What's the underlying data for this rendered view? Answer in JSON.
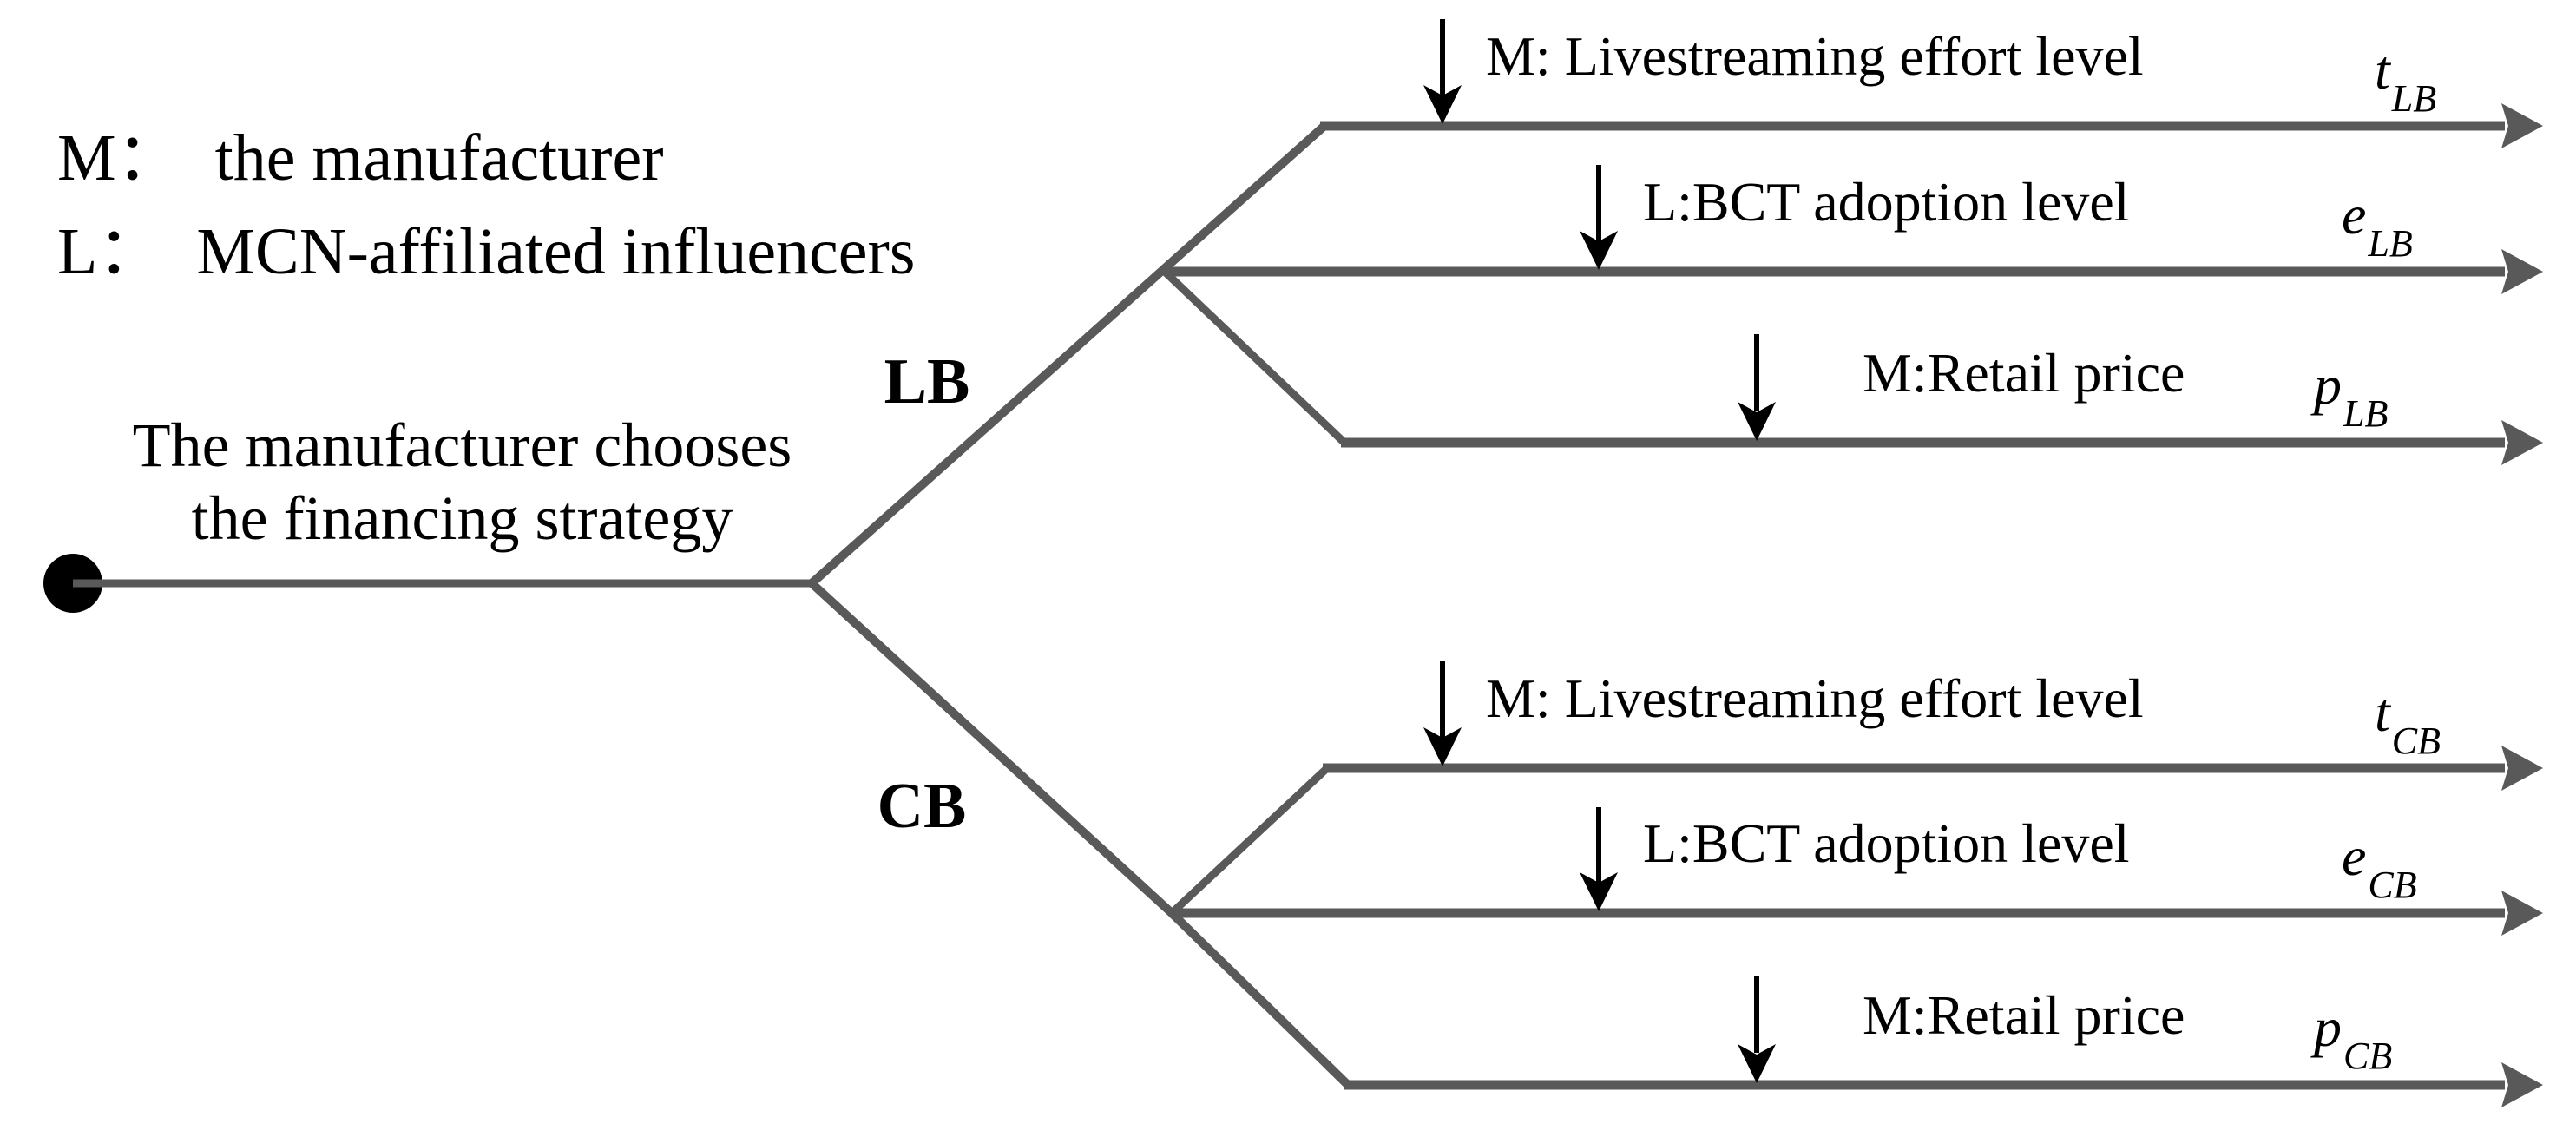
{
  "figure": {
    "legend": {
      "line1": "M：  the manufacturer",
      "line2": "L：  MCN-affiliated influencers"
    },
    "root_caption": {
      "line1": "The manufacturer chooses",
      "line2": "the financing strategy"
    },
    "branches": {
      "top_label": "LB",
      "bottom_label": "CB"
    },
    "timelines": {
      "top": [
        {
          "label": "M: Livestreaming effort level",
          "var_base": "t",
          "var_sub": "LB"
        },
        {
          "label": "L:BCT adoption level",
          "var_base": "e",
          "var_sub": "LB"
        },
        {
          "label": "M:Retail price",
          "var_base": "p",
          "var_sub": "LB"
        }
      ],
      "bottom": [
        {
          "label": "M: Livestreaming effort level",
          "var_base": "t",
          "var_sub": "CB"
        },
        {
          "label": "L:BCT adoption level",
          "var_base": "e",
          "var_sub": "CB"
        },
        {
          "label": "M:Retail price",
          "var_base": "p",
          "var_sub": "CB"
        }
      ]
    },
    "colors": {
      "line_gray": "#595959",
      "ink_black": "#000000"
    }
  }
}
